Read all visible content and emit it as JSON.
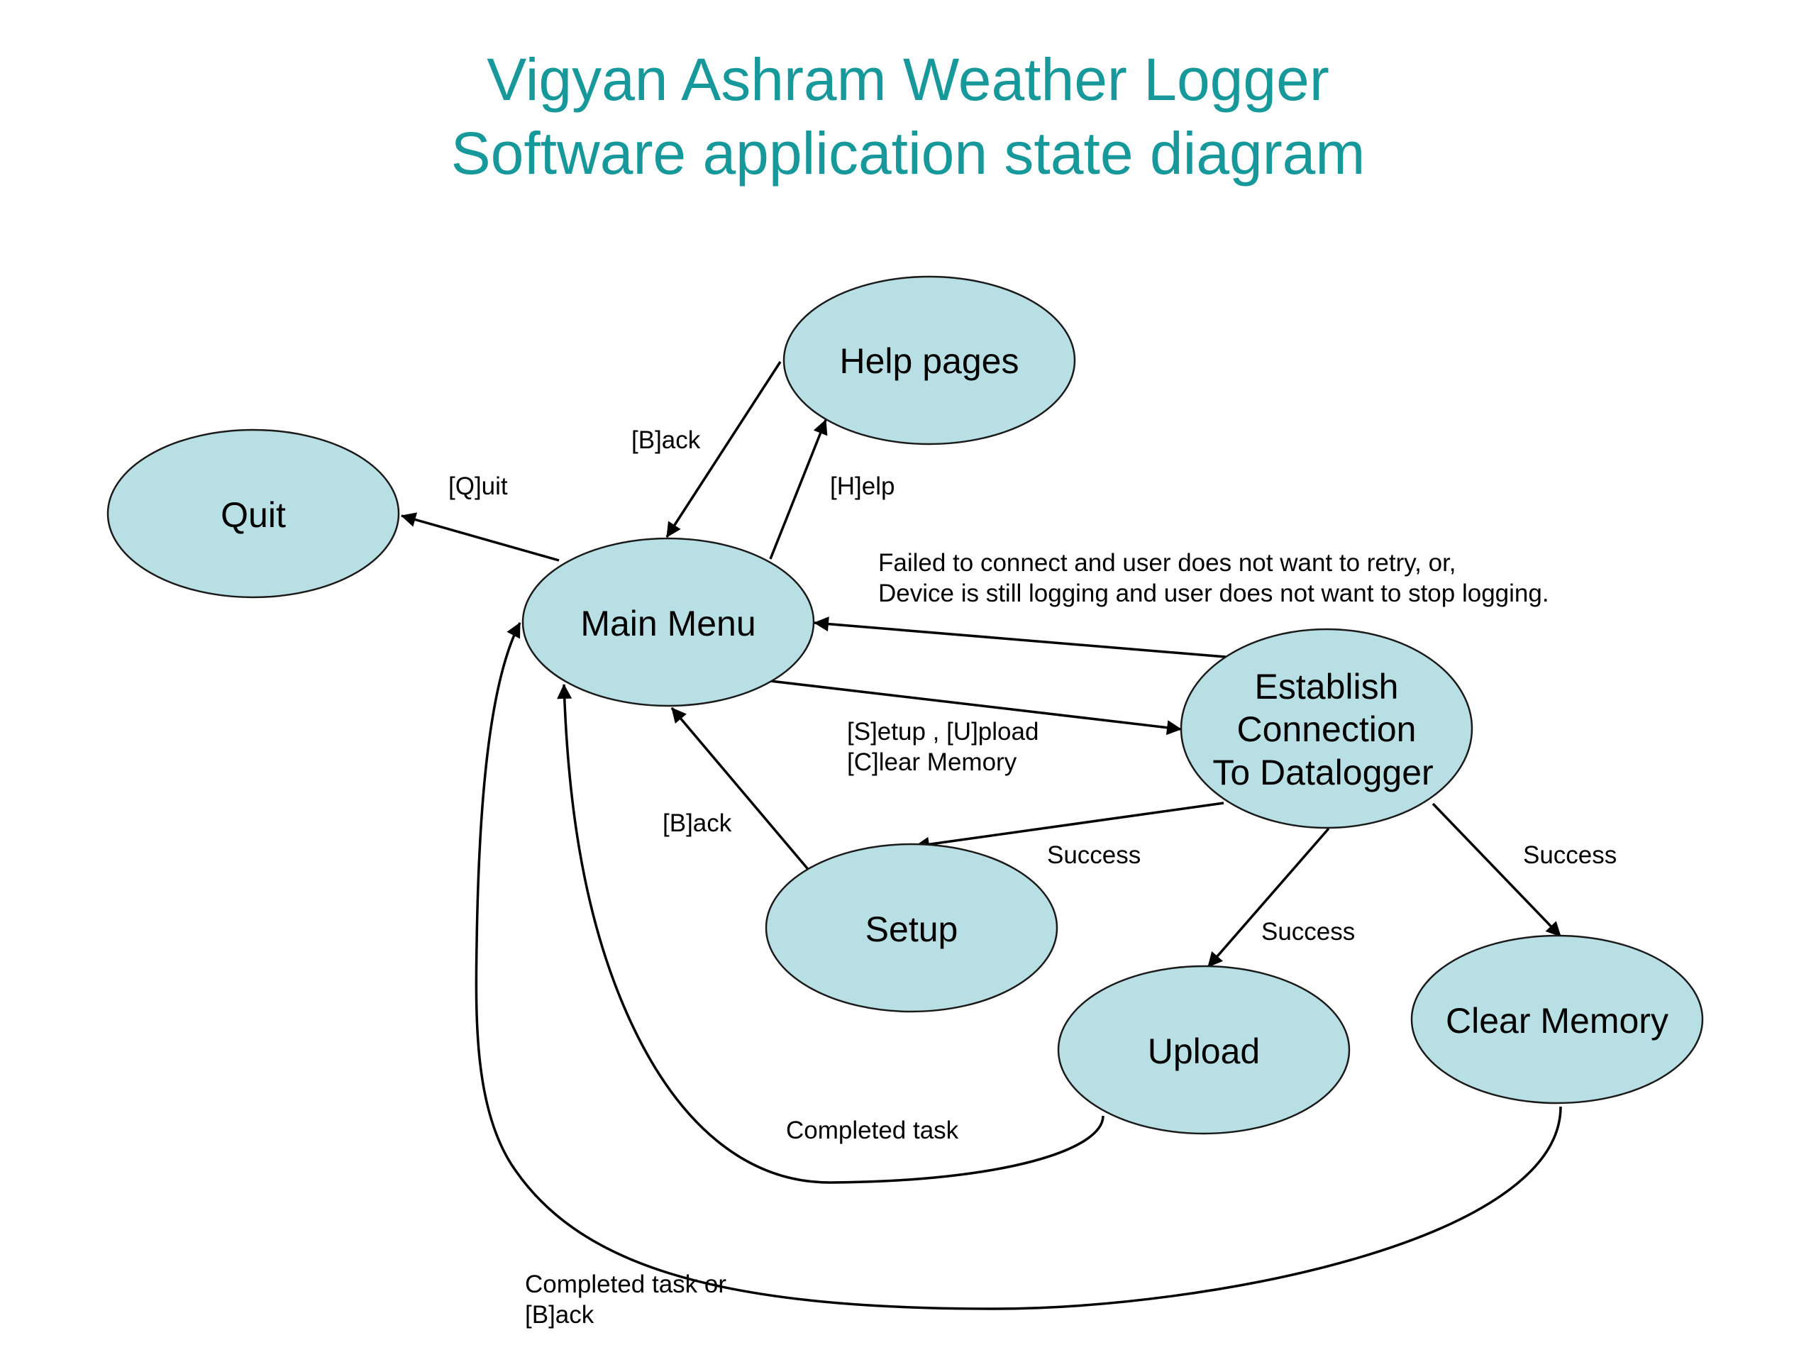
{
  "title": {
    "line1": "Vigyan Ashram Weather Logger",
    "line2": "Software application state diagram"
  },
  "colors": {
    "title": "#17989a",
    "state_fill": "#b8dfe3",
    "state_stroke": "#1a1a1a",
    "edge": "#000000"
  },
  "states": {
    "help": {
      "lines": [
        "Help pages"
      ]
    },
    "quit": {
      "lines": [
        "Quit"
      ]
    },
    "main_menu": {
      "lines": [
        "Main Menu"
      ]
    },
    "establish": {
      "lines": [
        "Establish",
        "Connection",
        "To Datalogger"
      ]
    },
    "setup": {
      "lines": [
        "Setup"
      ]
    },
    "upload": {
      "lines": [
        "Upload"
      ]
    },
    "clear": {
      "lines": [
        "Clear Memory"
      ]
    }
  },
  "transitions": {
    "help_back": {
      "from": "help",
      "to": "main_menu",
      "lines": [
        "[B]ack"
      ]
    },
    "main_help": {
      "from": "main_menu",
      "to": "help",
      "lines": [
        "[H]elp"
      ]
    },
    "main_quit": {
      "from": "main_menu",
      "to": "quit",
      "lines": [
        "[Q]uit"
      ]
    },
    "establish_fail": {
      "from": "establish",
      "to": "main_menu",
      "lines": [
        "Failed to connect and user does not want to retry, or,",
        "Device is still logging and user does not want to stop logging."
      ]
    },
    "main_establish": {
      "from": "main_menu",
      "to": "establish",
      "lines": [
        "[S]etup , [U]pload",
        "[C]lear Memory"
      ]
    },
    "setup_back": {
      "from": "setup",
      "to": "main_menu",
      "lines": [
        "[B]ack"
      ]
    },
    "establish_setup": {
      "from": "establish",
      "to": "setup",
      "lines": [
        "Success"
      ]
    },
    "establish_upload": {
      "from": "establish",
      "to": "upload",
      "lines": [
        "Success"
      ]
    },
    "establish_clear": {
      "from": "establish",
      "to": "clear",
      "lines": [
        "Success"
      ]
    },
    "upload_done": {
      "from": "upload",
      "to": "main_menu",
      "lines": [
        "Completed task"
      ]
    },
    "clear_done": {
      "from": "clear",
      "to": "main_menu",
      "lines": [
        "Completed task or",
        "[B]ack"
      ]
    }
  }
}
